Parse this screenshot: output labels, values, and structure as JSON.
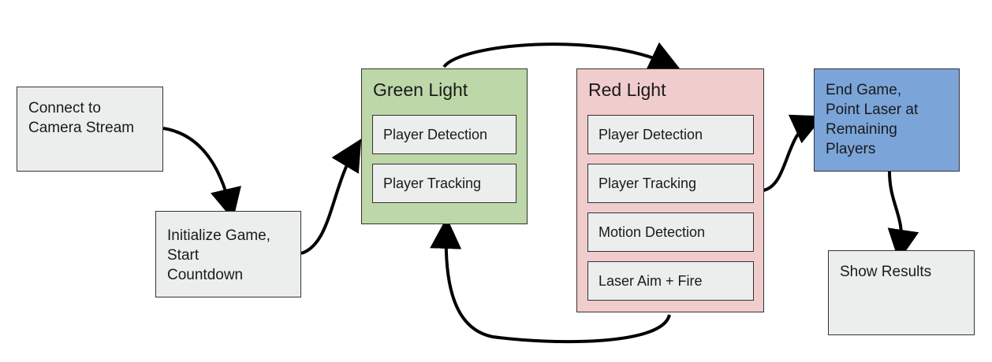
{
  "nodes": {
    "connect": "Connect to\nCamera Stream",
    "initialize": "Initialize Game,\nStart\nCountdown",
    "green": {
      "title": "Green Light",
      "steps": [
        "Player Detection",
        "Player Tracking"
      ]
    },
    "red": {
      "title": "Red Light",
      "steps": [
        "Player Detection",
        "Player Tracking",
        "Motion Detection",
        "Laser Aim + Fire"
      ]
    },
    "end": "End Game,\nPoint Laser at\nRemaining\nPlayers",
    "results": "Show Results"
  },
  "colors": {
    "plain": "#eceeee",
    "green_light": "#bdd7a8",
    "red_light": "#f1cccc",
    "end_game": "#7ba5d9",
    "border": "#333333",
    "arrow": "#000000"
  }
}
